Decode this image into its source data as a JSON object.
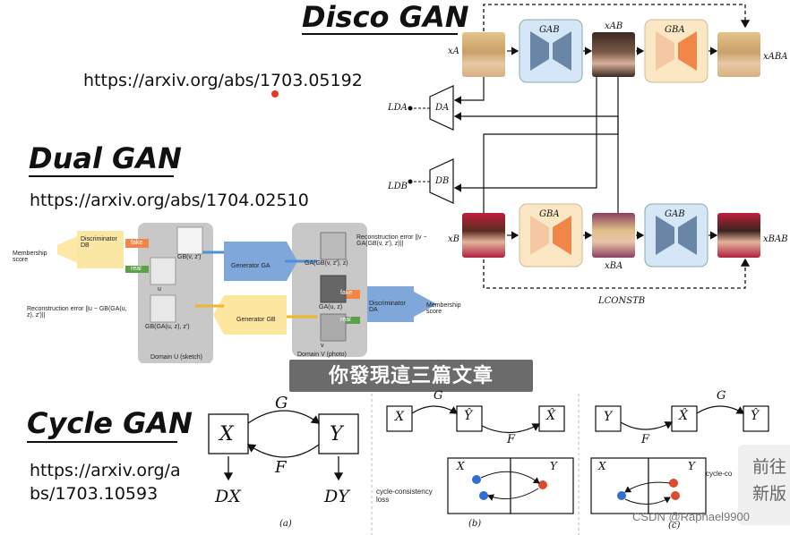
{
  "disco": {
    "title": "Disco GAN",
    "url": "https://arxiv.org/abs/1703.05192",
    "labels": {
      "xa": "xA",
      "xab": "xAB",
      "xaba": "xABA",
      "gab": "GAB",
      "gba": "GBA",
      "ldA": "LDA",
      "dA": "DA",
      "ldB": "LDB",
      "dB": "DB",
      "gba2": "GBA",
      "gab2": "GAB",
      "xb": "xB",
      "xba": "xBA",
      "xbab": "xBAB",
      "lconstb": "LCONSTB"
    }
  },
  "dual": {
    "title": "Dual GAN",
    "url": "https://arxiv.org/abs/1704.02510",
    "labels": {
      "membership_left": "Membership score",
      "disc_b": "Discriminator DB",
      "fake": "fake",
      "real": "real",
      "gen_a": "Generator GA",
      "gen_b": "Generator GB",
      "recon_err_top": "Reconstruction error ||v − GA(GB(v, z′), z)||",
      "recon_err_left": "Reconstruction error ||u − GB(GA(u, z), z′)||",
      "disc_a": "Discriminator DA",
      "membership_right": "Membership score",
      "domain_u": "Domain U (sketch)",
      "domain_v": "Domain V (photo)",
      "gb_vz": "GB(v, z′)",
      "u": "u",
      "gb_ga": "GB(GA(u, z), z′)",
      "ga_gb": "GA(GB(v, z′), z)",
      "ga_uz": "GA(u, z)",
      "v": "v"
    }
  },
  "caption": "你發現這三篇文章",
  "cycle": {
    "title": "Cycle GAN",
    "url_line1": "https://arxiv.org/a",
    "url_line2": "bs/1703.10593",
    "diagram_a": {
      "x": "X",
      "y": "Y",
      "g": "G",
      "f": "F",
      "dx": "DX",
      "dy": "DY",
      "tag": "(a)"
    },
    "diagram_b": {
      "x": "X",
      "yhat": "Ŷ",
      "xhat": "X̂",
      "g": "G",
      "f": "F",
      "loss": "cycle-consistency loss",
      "X": "X",
      "Y": "Y",
      "tag": "(b)"
    },
    "diagram_c": {
      "y": "Y",
      "xhat": "X̂",
      "yhat": "Ŷ",
      "g": "G",
      "f": "F",
      "X": "X",
      "Y": "Y",
      "loss": "cycle-co",
      "tag": "(c)"
    }
  },
  "side": {
    "line1": "前往",
    "line2": "新版"
  },
  "watermark": "CSDN @Raphael9900"
}
